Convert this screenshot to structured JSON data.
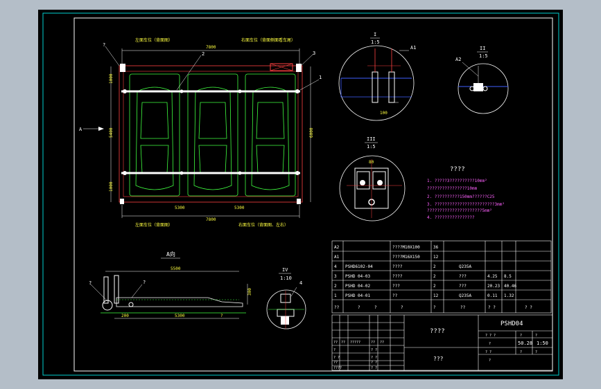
{
  "canvas": {
    "background": "#000000",
    "frame": "#00d0d0"
  },
  "colors": {
    "white": "#ffffff",
    "yellow": "#ffff40",
    "green": "#40ff40",
    "red": "#ff4040",
    "blue": "#4060ff",
    "magenta": "#ff60ff",
    "cyan": "#00d0d0"
  },
  "plan": {
    "callouts": [
      "2",
      "3",
      "1",
      "?"
    ],
    "top_labels": [
      "左面车位（背面图）",
      "右面车位（背面侧面看车尾）"
    ],
    "bottom_labels": [
      "左面车位（背面图）",
      "右面车位（背面图、左右）"
    ],
    "dims": {
      "top": "7800",
      "bottom": "7800",
      "left_mid": "5400",
      "right_mid": "6000",
      "left_top": "1000",
      "left_bot": "1000"
    },
    "small_notes": [
      "5300",
      "5300"
    ],
    "view_arrow": "A"
  },
  "detail_I": {
    "label": "I",
    "scale": "1:5",
    "tag": "A1",
    "dim": "100"
  },
  "detail_II": {
    "label": "II",
    "scale": "1:5",
    "tag": "A2"
  },
  "detail_III": {
    "label": "III",
    "scale": "1:5",
    "dim": "80"
  },
  "detail_IV": {
    "label": "IV",
    "scale": "1:10",
    "callout": "4"
  },
  "view_A": {
    "title": "A向",
    "dims": [
      "5500",
      "200",
      "5300",
      "?",
      "300"
    ],
    "callout": "?"
  },
  "notes": {
    "title": "????",
    "lines": [
      "1. ?????3??????????10mm²",
      "   ????????????????10mm",
      "2. ??????????150mm??????C25",
      "3. ????????????????????????3mm²",
      "   ??????????????????????5mm²",
      "4. ????????????????"
    ]
  },
  "bom": {
    "rows": [
      [
        "A2",
        "",
        "????M10X100",
        "36",
        "",
        "",
        "",
        ""
      ],
      [
        "A1",
        "",
        "????M16X150",
        "12",
        "",
        "",
        "",
        ""
      ],
      [
        "4",
        "PSHD6102-04",
        "????",
        "2",
        "Q235A",
        "",
        "",
        ""
      ],
      [
        "3",
        "PSHD 04-03",
        "????",
        "2",
        "???",
        "4.25",
        "8.5",
        ""
      ],
      [
        "2",
        "PSHD 04-02",
        "???",
        "2",
        "???",
        "20.23",
        "40.46",
        ""
      ],
      [
        "1",
        "PSHD 04-01",
        "??",
        "12",
        "Q235A",
        "0.11",
        "1.32",
        ""
      ]
    ],
    "header": [
      "??",
      "?",
      "?",
      "?",
      "?",
      "??",
      "? ?",
      "? ?"
    ]
  },
  "title_block": {
    "drawing_no": "PSHD04",
    "name": "????",
    "company": "???",
    "scale": "1:50",
    "weight": "50.28",
    "left_cells": [
      "??",
      "??",
      "?????",
      "??",
      "??",
      "?",
      "? ?",
      "??",
      "? ?",
      "? ?",
      "? ?",
      "????",
      "? ?"
    ],
    "right_cells": [
      "? ? ?",
      "?",
      "?",
      "? ?",
      "?",
      "?",
      "?",
      "?"
    ]
  }
}
